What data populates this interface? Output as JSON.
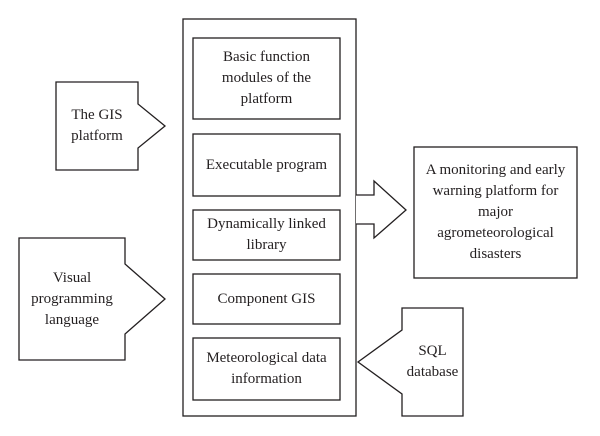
{
  "container_modules": [
    "Basic function\nmodules of the\nplatform",
    "Executable program",
    "Dynamically linked\nlibrary",
    "Component GIS",
    "Meteorological data\ninformation"
  ],
  "inputs": {
    "gis_platform": "The GIS\nplatform",
    "visual_programming": "Visual\nprogramming\nlanguage",
    "sql_database": "SQL\ndatabase"
  },
  "output": "A monitoring and early\nwarning platform for\nmajor\nagrometeorological\ndisasters",
  "colors": {
    "stroke": "#231f20",
    "fill": "#ffffff",
    "text": "#231f20"
  }
}
